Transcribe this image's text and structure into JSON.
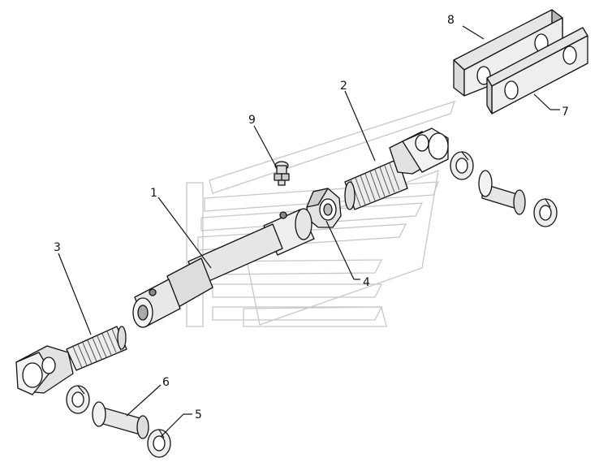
{
  "diagram": {
    "colors": {
      "part_fill": "#e6e6e6",
      "part_dark": "#b8b8b8",
      "line": "#111111",
      "watermark": "#c7c7c7",
      "background": "#ffffff"
    },
    "callouts": [
      {
        "id": "1",
        "text": "1"
      },
      {
        "id": "2",
        "text": "2"
      },
      {
        "id": "3",
        "text": "3"
      },
      {
        "id": "4",
        "text": "4"
      },
      {
        "id": "5",
        "text": "5"
      },
      {
        "id": "6",
        "text": "6"
      },
      {
        "id": "7",
        "text": "7"
      },
      {
        "id": "8",
        "text": "8"
      },
      {
        "id": "9",
        "text": "9"
      }
    ]
  }
}
